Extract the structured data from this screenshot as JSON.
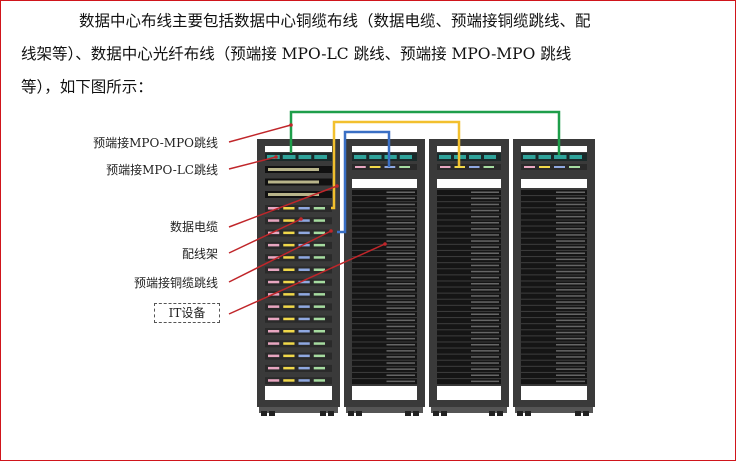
{
  "paragraph": {
    "line1": "数据中心布线主要包括数据中心铜缆布线（数据电缆、预端接铜缆跳线、配",
    "line2": "线架等）、数据中心光纤布线（预端接 MPO-LC 跳线、预端接 MPO-MPO 跳线",
    "line3": "等），如下图所示："
  },
  "diagram": {
    "labels": [
      "预端接MPO-MPO跳线",
      "预端接MPO-LC跳线",
      "数据电缆",
      "配线架",
      "预端接铜缆跳线",
      "IT设备"
    ],
    "colors": {
      "green": "#1e9e4a",
      "yellow": "#f2c02e",
      "blue": "#3a6fc4",
      "leader": "#c0262a",
      "rack": "#3a3a3a"
    }
  }
}
